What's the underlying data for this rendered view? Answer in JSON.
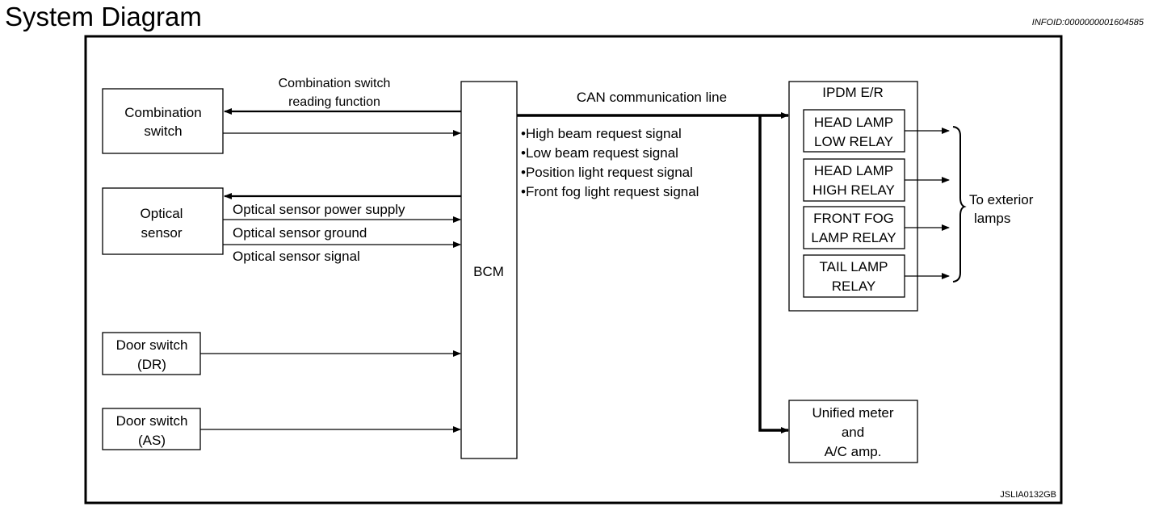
{
  "header": {
    "title": "System Diagram",
    "info_id": "INFOID:0000000001604585"
  },
  "figure_id": "JSLIA0132GB",
  "blocks": {
    "combination_switch": [
      "Combination",
      "switch"
    ],
    "optical_sensor": [
      "Optical",
      "sensor"
    ],
    "door_switch_dr": [
      "Door switch",
      "(DR)"
    ],
    "door_switch_as": [
      "Door switch",
      "(AS)"
    ],
    "bcm": "BCM",
    "ipdm": "IPDM E/R",
    "head_lamp_low_relay": [
      "HEAD LAMP",
      "LOW RELAY"
    ],
    "head_lamp_high_relay": [
      "HEAD LAMP",
      "HIGH RELAY"
    ],
    "front_fog_lamp_relay": [
      "FRONT FOG",
      "LAMP RELAY"
    ],
    "tail_lamp_relay": [
      "TAIL LAMP",
      "RELAY"
    ],
    "unified_meter": [
      "Unified meter",
      "and",
      "A/C amp."
    ]
  },
  "labels": {
    "combination_reading": [
      "Combination switch",
      "reading function"
    ],
    "optical_power": "Optical sensor power supply",
    "optical_ground": "Optical sensor ground",
    "optical_signal": "Optical sensor signal",
    "can_line": "CAN communication line",
    "to_exterior": [
      "To exterior",
      "lamps"
    ]
  },
  "can_signals": [
    "•High beam request signal",
    "•Low beam request signal",
    "•Position light request signal",
    "•Front fog light request signal"
  ]
}
